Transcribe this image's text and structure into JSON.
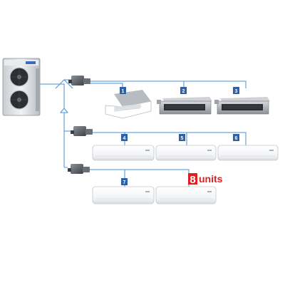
{
  "colors": {
    "pipe": "#4a90d9",
    "badge": "#2f5fa6",
    "accent": "#e02020"
  },
  "outdoor_unit": {
    "icon": "outdoor-condenser-icon",
    "logo": "brand-logo"
  },
  "indoor_units": [
    {
      "number": "1",
      "type": "ceiling-cassette-icon"
    },
    {
      "number": "2",
      "type": "ducted-unit-icon"
    },
    {
      "number": "3",
      "type": "ducted-unit-icon"
    },
    {
      "number": "4",
      "type": "wall-mounted-unit-icon"
    },
    {
      "number": "5",
      "type": "wall-mounted-unit-icon"
    },
    {
      "number": "6",
      "type": "wall-mounted-unit-icon"
    },
    {
      "number": "7",
      "type": "wall-mounted-unit-icon"
    },
    {
      "number": "",
      "type": "wall-mounted-unit-icon"
    }
  ],
  "branch_boxes": 3,
  "callout": {
    "count": "8",
    "label": "units"
  }
}
